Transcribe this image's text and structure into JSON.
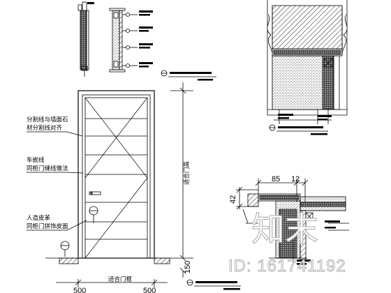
{
  "annotations": {
    "split_line": [
      "分割线与墙面石",
      "材分割线对齐"
    ],
    "groove": [
      "车嵌线",
      "同柜门缝线做法"
    ],
    "veneer": [
      "人造皮革",
      "同柜门拼饰皮面"
    ],
    "door_height": "适合门高",
    "door_width": "适合门框"
  },
  "dimensions": {
    "dim_85": "85",
    "dim_12": "12",
    "dim_42": "42",
    "dim_150": "150",
    "bottom_left": "500",
    "bottom_right": "500"
  },
  "watermark": {
    "logo_text": "知末",
    "id_text": "ID: 161741192"
  }
}
